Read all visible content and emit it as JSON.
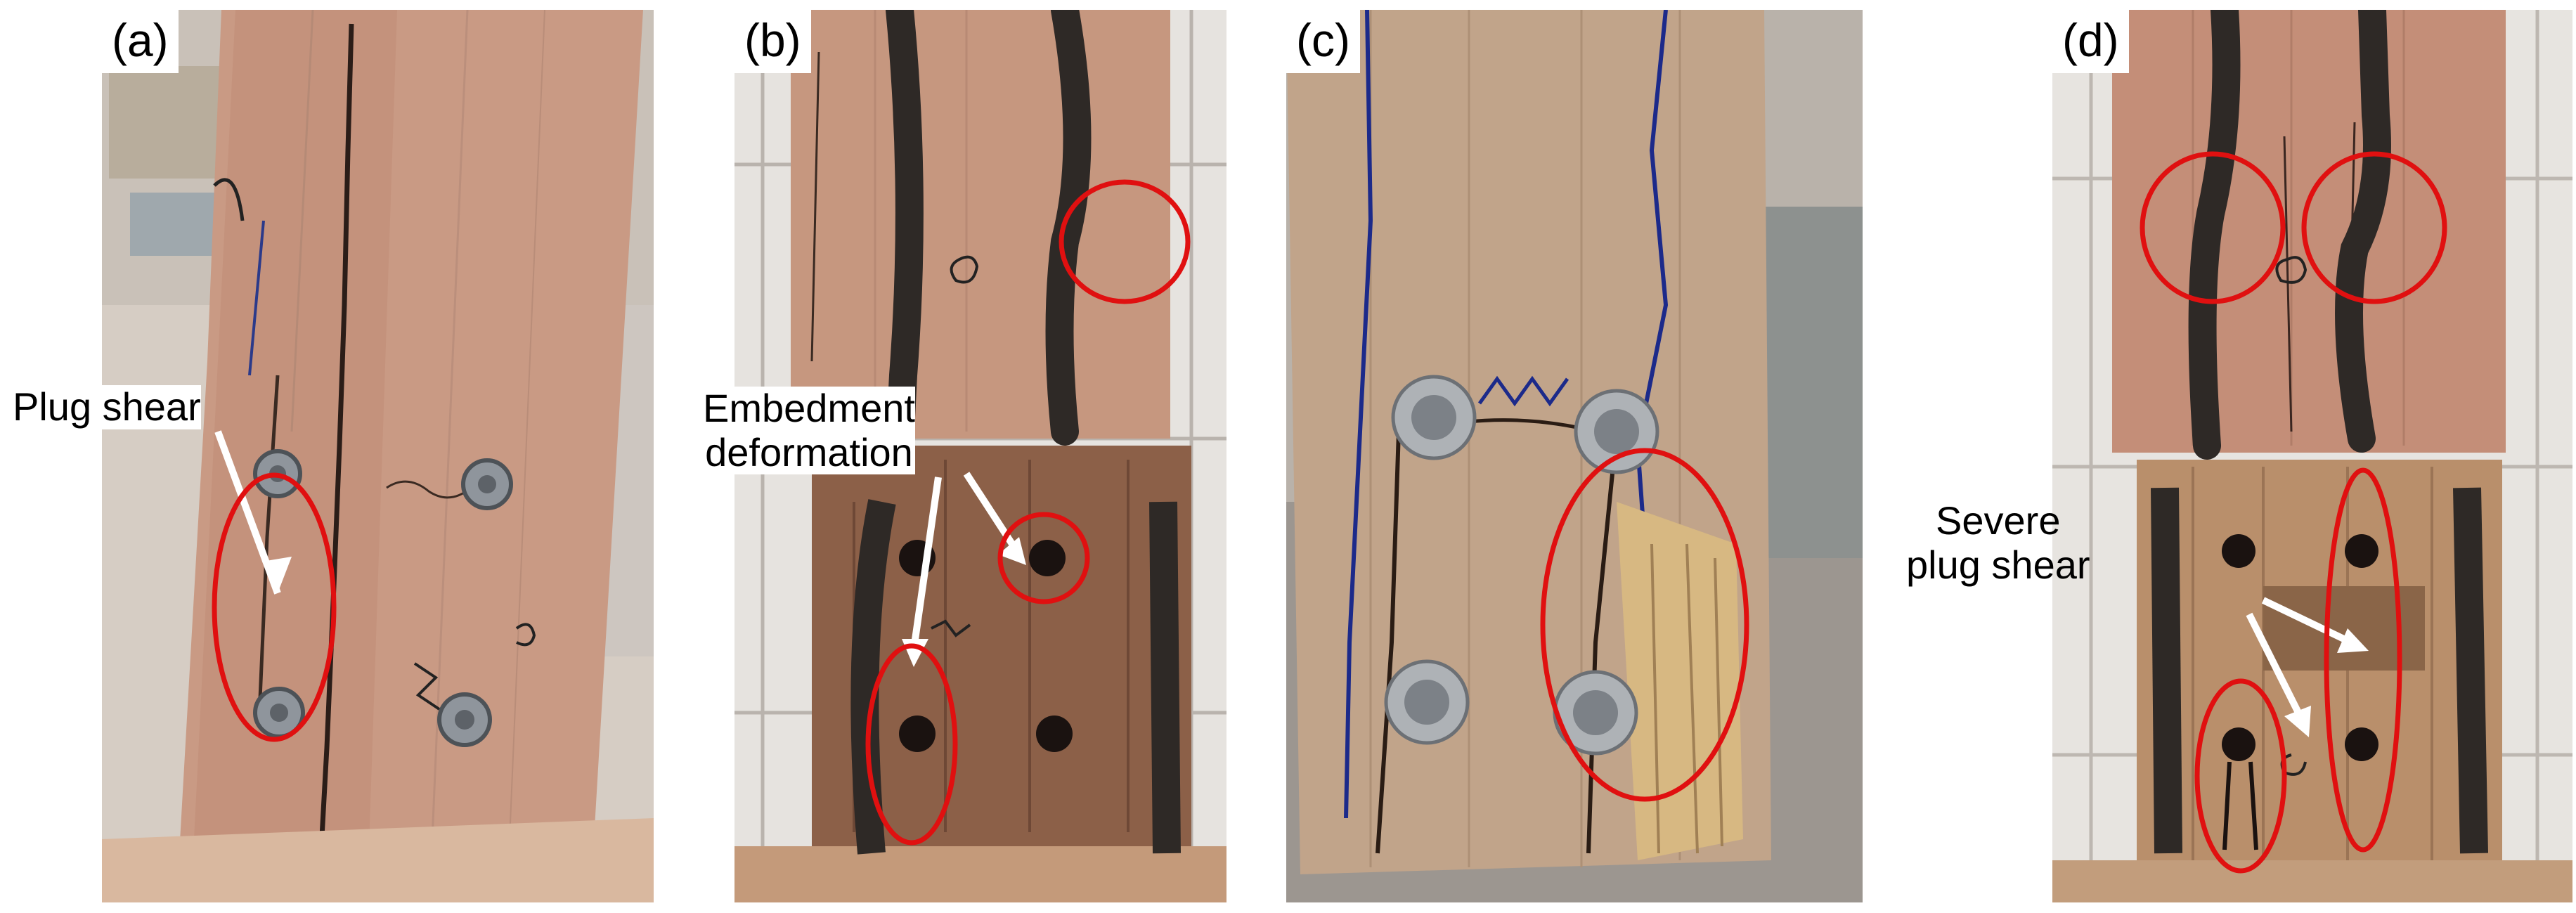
{
  "panels": [
    {
      "label": "(a)",
      "annotation": [
        "Plug shear"
      ]
    },
    {
      "label": "(b)",
      "annotation": [
        "Embedment",
        "deformation"
      ]
    },
    {
      "label": "(c)"
    },
    {
      "label": "(d)",
      "annotation": [
        "Severe",
        "plug shear"
      ]
    }
  ],
  "colors": {
    "ellipse": "#e01010",
    "wood": "#c99a84",
    "bolt": "#8f959c",
    "rod": "#3a3430",
    "pen_ink": "#1c2a8a"
  }
}
